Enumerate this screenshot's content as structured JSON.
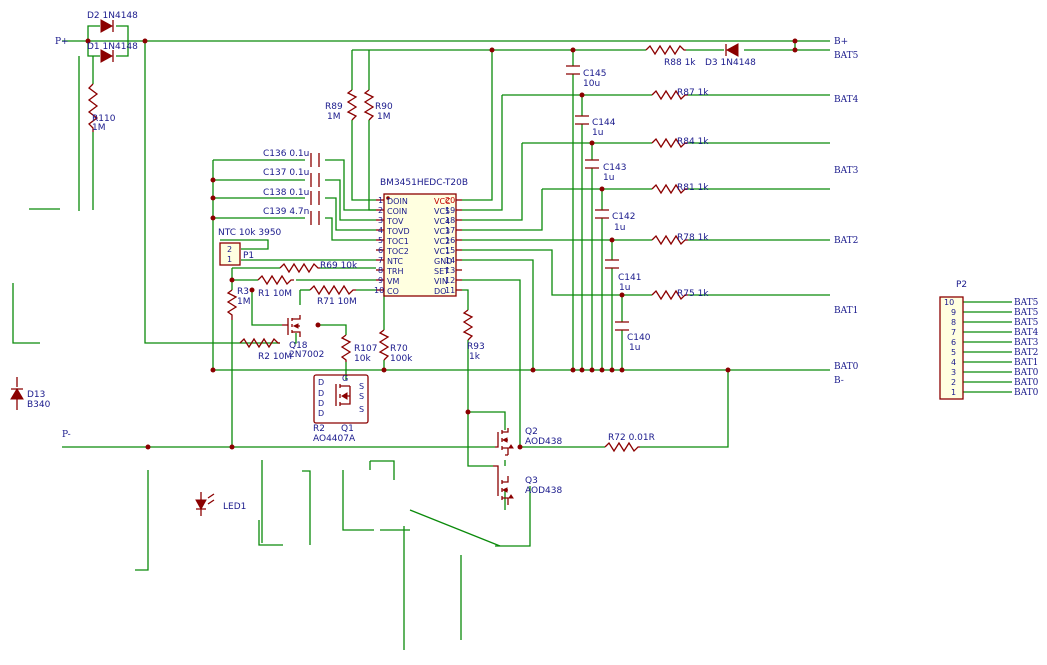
{
  "schematic": {
    "net_labels": {
      "p_plus": "P+",
      "p_minus": "P-",
      "b_plus": "B+",
      "b_minus": "B-",
      "bat5": "BAT5",
      "bat4": "BAT4",
      "bat3": "BAT3",
      "bat2": "BAT2",
      "bat1": "BAT1",
      "bat0": "BAT0"
    },
    "ic": {
      "name": "BM3451HEDC-T20B",
      "left_pins": [
        {
          "num": "1",
          "name": "DOIN"
        },
        {
          "num": "2",
          "name": "COIN"
        },
        {
          "num": "3",
          "name": "TOV"
        },
        {
          "num": "4",
          "name": "TOVD"
        },
        {
          "num": "5",
          "name": "TOC1"
        },
        {
          "num": "6",
          "name": "TOC2"
        },
        {
          "num": "7",
          "name": "NTC"
        },
        {
          "num": "8",
          "name": "TRH"
        },
        {
          "num": "9",
          "name": "VM"
        },
        {
          "num": "10",
          "name": "CO"
        }
      ],
      "right_pins": [
        {
          "num": "20",
          "name": "VCC"
        },
        {
          "num": "19",
          "name": "VC5"
        },
        {
          "num": "18",
          "name": "VC4"
        },
        {
          "num": "17",
          "name": "VC3"
        },
        {
          "num": "16",
          "name": "VC2"
        },
        {
          "num": "15",
          "name": "VC1"
        },
        {
          "num": "14",
          "name": "GND"
        },
        {
          "num": "13",
          "name": "SET"
        },
        {
          "num": "12",
          "name": "VIN"
        },
        {
          "num": "11",
          "name": "DO"
        }
      ]
    },
    "components": {
      "d2": "D2 1N4148",
      "d1": "D1 1N4148",
      "d3": "D3 1N4148",
      "r110_ref": "R110",
      "r110_val": "1M",
      "r89_ref": "R89",
      "r89_val": "1M",
      "r90_ref": "R90",
      "r90_val": "1M",
      "r88": "R88 1k",
      "r87": "R87 1k",
      "r84": "R84 1k",
      "r81": "R81 1k",
      "r78": "R78 1k",
      "r75": "R75 1k",
      "c145_ref": "C145",
      "c145_val": "10u",
      "c144_ref": "C144",
      "c144_val": "1u",
      "c143_ref": "C143",
      "c143_val": "1u",
      "c142_ref": "C142",
      "c142_val": "1u",
      "c141_ref": "C141",
      "c141_val": "1u",
      "c140_ref": "C140",
      "c140_val": "1u",
      "c136": "C136 0.1u",
      "c137": "C137 0.1u",
      "c138": "C138 0.1u",
      "c139": "C139 4.7n",
      "ntc": "NTC 10k 3950",
      "p1": "P1",
      "p1_pin2": "2",
      "p1_pin1": "1",
      "r69": "R69 10k",
      "r1": "R1 10M",
      "r71": "R71 10M",
      "r3_ref": "R3",
      "r3_val": "1M",
      "q18_ref": "Q18",
      "q18_val": "2N7002",
      "r2": "R2 10M",
      "r107_ref": "R107",
      "r107_val": "10k",
      "r70_ref": "R70",
      "r70_val": "100k",
      "r93_ref": "R93",
      "r93_val": "1k",
      "q1_ref": "Q1",
      "q1_val": "AO4407A",
      "r2b": "R2",
      "q2_ref": "Q2",
      "q2_val": "AOD438",
      "q3_ref": "Q3",
      "q3_val": "AOD438",
      "r72": "R72 0.01R",
      "d13_ref": "D13",
      "d13_val": "B340",
      "led1": "LED1",
      "q1_pins": [
        "D",
        "D",
        "D",
        "D",
        "G",
        "S",
        "S",
        "S"
      ]
    },
    "p2": {
      "ref": "P2",
      "pins": [
        {
          "num": "10",
          "net": "BAT5"
        },
        {
          "num": "9",
          "net": "BAT5"
        },
        {
          "num": "8",
          "net": "BAT5"
        },
        {
          "num": "7",
          "net": "BAT4"
        },
        {
          "num": "6",
          "net": "BAT3"
        },
        {
          "num": "5",
          "net": "BAT2"
        },
        {
          "num": "4",
          "net": "BAT1"
        },
        {
          "num": "3",
          "net": "BAT0"
        },
        {
          "num": "2",
          "net": "BAT0"
        },
        {
          "num": "1",
          "net": "BAT0"
        }
      ]
    }
  }
}
